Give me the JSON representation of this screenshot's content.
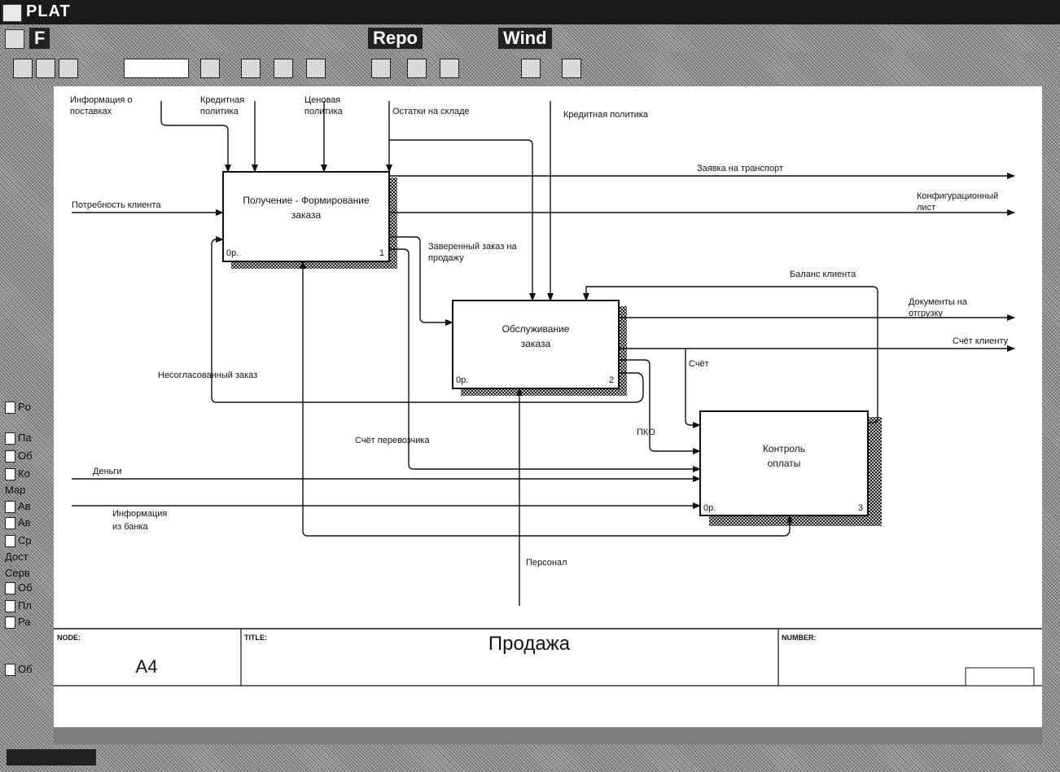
{
  "window": {
    "title": "PLAT"
  },
  "menu": [
    "F",
    "Repo",
    "Wind"
  ],
  "left_panel": [
    "Po",
    "Па",
    "Об",
    "Ко",
    "Мар",
    "Ав",
    "Ав",
    "Ср",
    "Дост",
    "Серв",
    "Об",
    "Пл",
    "Ра",
    "Об"
  ],
  "diagram": {
    "boxes": [
      {
        "title_1": "Получение - Формирование",
        "title_2": "заказа",
        "cost": "0р.",
        "num": "1"
      },
      {
        "title_1": "Обслуживание",
        "title_2": "заказа",
        "cost": "0р.",
        "num": "2"
      },
      {
        "title_1": "Контроль",
        "title_2": "оплаты",
        "cost": "0р.",
        "num": "3"
      }
    ],
    "arrows": {
      "info_suppliers_1": "Информация о",
      "info_suppliers_2": "поставках",
      "credit_policy_1_a": "Кредитная",
      "credit_policy_1_b": "политика",
      "price_policy_a": "Ценовая",
      "price_policy_b": "политика",
      "stock": "Остатки на складе",
      "credit_policy_2": "Кредитная политика",
      "transport_order": "Заявка на транспорт",
      "client_need": "Потребность клиента",
      "config_sheet_a": "Конфигурационный",
      "config_sheet_b": "лист",
      "certified_order_a": "Заверенный заказ на",
      "certified_order_b": "продажу",
      "client_balance": "Баланс клиента",
      "shipping_docs_a": "Документы на",
      "shipping_docs_b": "отгрузку",
      "client_invoice": "Счёт клиенту",
      "invoice": "Счёт",
      "unagreed_order": "Несогласованный заказ",
      "pko": "ПКО",
      "carrier_invoice": "Счёт перевозчика",
      "money": "Деньги",
      "bank_info_a": "Информация",
      "bank_info_b": "из банка",
      "staff": "Персонал"
    }
  },
  "frame": {
    "node_label": "NODE:",
    "node_value": "A4",
    "title_label": "TITLE:",
    "title_value": "Продажа",
    "number_label": "NUMBER:"
  }
}
